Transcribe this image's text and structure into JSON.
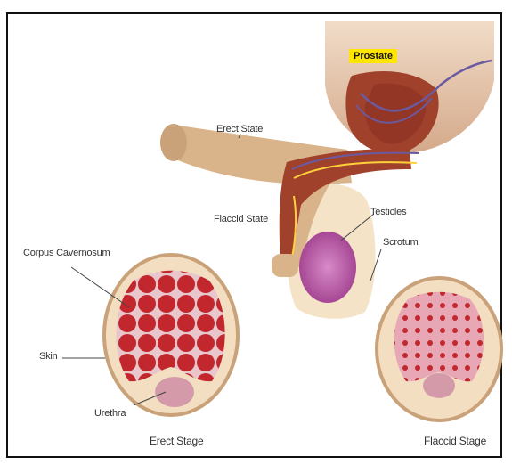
{
  "labels": {
    "prostate": "Prostate",
    "erect_state": "Erect State",
    "flaccid_state": "Flaccid State",
    "testicles": "Testicles",
    "scrotum": "Scrotum",
    "corpus_cavernosum": "Corpus Cavernosum",
    "skin": "Skin",
    "urethra": "Urethra",
    "erect_stage": "Erect Stage",
    "flaccid_stage": "Flaccid Stage"
  },
  "colors": {
    "skin": "#d9b48a",
    "skin_light": "#f5e3c8",
    "tissue_red": "#c1272d",
    "tissue_pink": "#e8a9b7",
    "testicle": "#b44a9b",
    "prostate_highlight": "#ffe600",
    "bladder": "#a0412c"
  }
}
